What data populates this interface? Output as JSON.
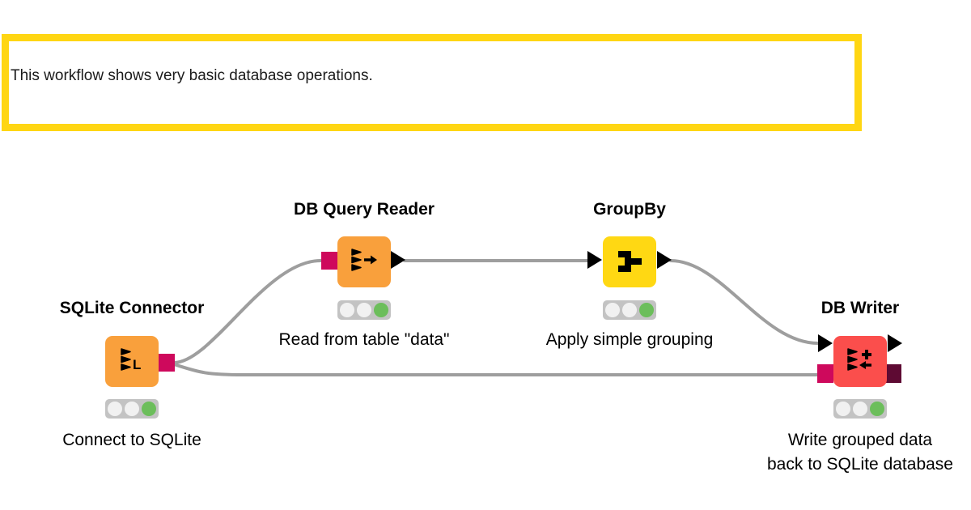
{
  "annotation": {
    "text": "This workflow shows very basic database operations."
  },
  "nodes": {
    "sqlite_connector": {
      "title": "SQLite Connector",
      "caption": "Connect to SQLite",
      "status_light": "green",
      "color": "#F9A03C",
      "icon": "database-sqlite-icon"
    },
    "db_query_reader": {
      "title": "DB Query Reader",
      "caption": "Read from table \"data\"",
      "status_light": "green",
      "color": "#F9A03C",
      "icon": "database-read-icon"
    },
    "groupby": {
      "title": "GroupBy",
      "caption": "Apply simple grouping",
      "status_light": "green",
      "color": "#FFD813",
      "icon": "groupby-icon"
    },
    "db_writer": {
      "title": "DB Writer",
      "caption_line1": "Write grouped data",
      "caption_line2": "back to SQLite database",
      "status_light": "green",
      "color": "#FB4E4C",
      "icon": "database-write-icon"
    }
  },
  "connections": [
    {
      "from": "sqlite_connector",
      "to": "db_query_reader"
    },
    {
      "from": "sqlite_connector",
      "to": "db_writer"
    },
    {
      "from": "db_query_reader",
      "to": "groupby"
    },
    {
      "from": "groupby",
      "to": "db_writer"
    }
  ],
  "colors": {
    "node_orange": "#F9A03C",
    "node_yellow": "#FFD813",
    "node_red": "#FB4E4C",
    "port_db_connection": "#CE095C",
    "port_db_data": "#5E0A33",
    "wire_gray": "#9E9E9E",
    "annotation_border": "#FFD613",
    "status_green": "#6CBE5B",
    "status_off": "#F1F1F1",
    "traffic_bg": "#C3C3C3"
  }
}
